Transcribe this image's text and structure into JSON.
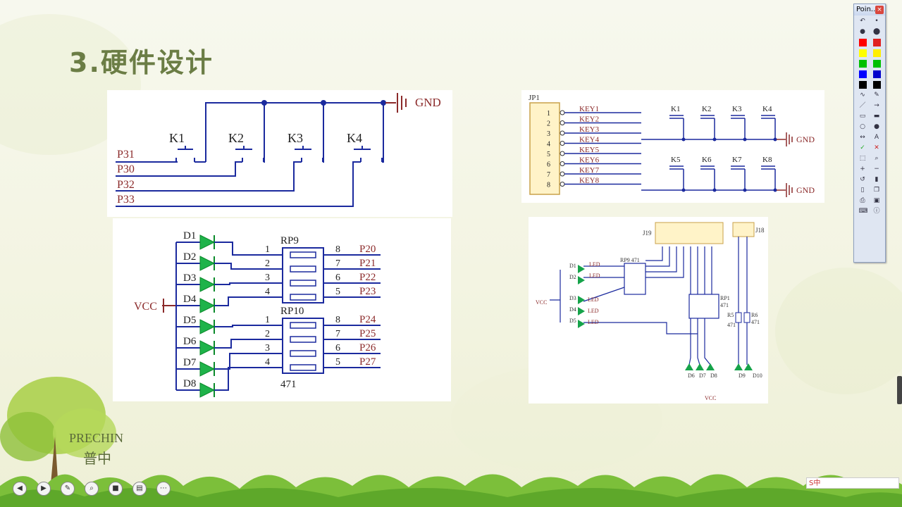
{
  "title": "3.硬件设计",
  "brand": {
    "en": "PRECHIN",
    "cn": "普中"
  },
  "pointer_toolbar": {
    "title": "Poin...",
    "close": "×",
    "colors": [
      "#ff0000",
      "#e02020",
      "#ffff00",
      "#ffee00",
      "#00c000",
      "#00c000",
      "#0000ff",
      "#0000cc",
      "#000000",
      "#000000"
    ]
  },
  "key_circuit": {
    "gnd": "GND",
    "keys": [
      "K1",
      "K2",
      "K3",
      "K4"
    ],
    "ports": [
      "P31",
      "P30",
      "P32",
      "P33"
    ]
  },
  "led_circuit": {
    "vcc": "VCC",
    "leds": [
      "D1",
      "D2",
      "D3",
      "D4",
      "D5",
      "D6",
      "D7",
      "D8"
    ],
    "rp_top": "RP9",
    "rp_bottom": "RP10",
    "rp_value": "471",
    "left_pins": [
      "1",
      "2",
      "3",
      "4",
      "1",
      "2",
      "3",
      "4"
    ],
    "right_pins": [
      "8",
      "7",
      "6",
      "5",
      "8",
      "7",
      "6",
      "5"
    ],
    "ports": [
      "P20",
      "P21",
      "P22",
      "P23",
      "P24",
      "P25",
      "P26",
      "P27"
    ]
  },
  "matrix_circuit": {
    "header": "JP1",
    "pins": [
      "1",
      "2",
      "3",
      "4",
      "5",
      "6",
      "7",
      "8"
    ],
    "nets": [
      "KEY1",
      "KEY2",
      "KEY3",
      "KEY4",
      "KEY5",
      "KEY6",
      "KEY7",
      "KEY8"
    ],
    "keys": [
      "K1",
      "K2",
      "K3",
      "K4",
      "K5",
      "K6",
      "K7",
      "K8"
    ],
    "gnd": "GND"
  },
  "led_board": {
    "j19": "J19",
    "j18": "J18",
    "rp9": "RP9 471",
    "rp1": "RP1",
    "rp1_val": "471",
    "r5": "R5",
    "r5_val": "471",
    "r6": "R6",
    "r6_val": "471",
    "vcc": "VCC",
    "led_label": "LED",
    "left_leds": [
      "D1",
      "D2",
      "D3",
      "D4",
      "D5"
    ],
    "bottom_leds": [
      "D6",
      "D7",
      "D8",
      "D9",
      "D10"
    ]
  },
  "ime": "S中"
}
